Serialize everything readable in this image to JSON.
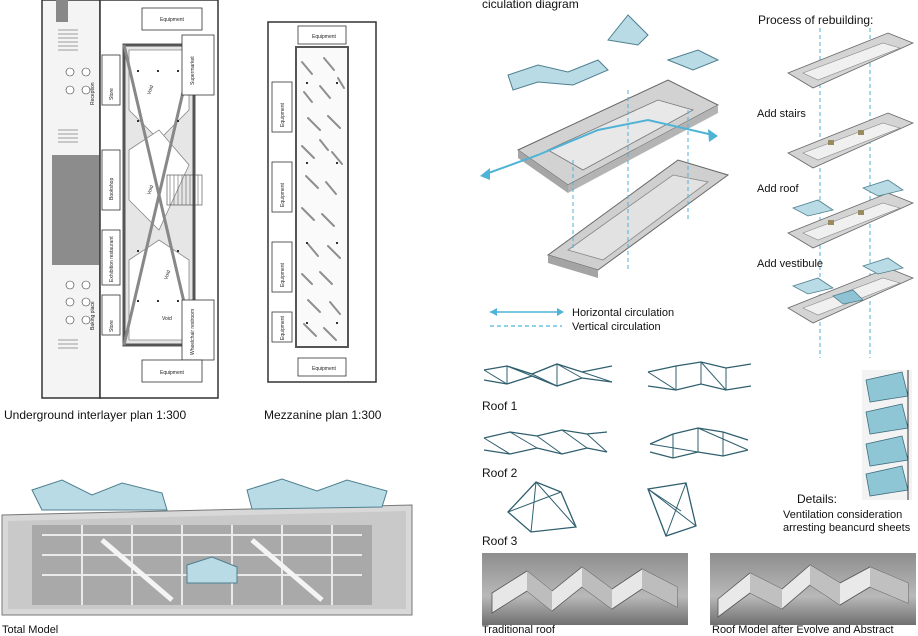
{
  "plans": {
    "underground": {
      "caption": "Underground interlayer plan  1:300",
      "rooms": [
        "Equipment",
        "Supermarket",
        "Void",
        "Store",
        "Bookshop",
        "Void",
        "Void",
        "Exhibition restaurant",
        "Store",
        "Void",
        "Wheelchair restroom",
        "Equipment",
        "Reception",
        "Baking place"
      ]
    },
    "mezzanine": {
      "caption": "Mezzanine plan  1:300",
      "rooms": [
        "Equipment",
        "Equipment",
        "Equipment",
        "Equipment",
        "Equipment",
        "Equipment"
      ]
    }
  },
  "total_model": {
    "caption": "Total Model"
  },
  "circulation": {
    "title": "ciculation diagram",
    "legend": [
      {
        "label": "Horizontal circulation",
        "color": "#4fb3d6"
      },
      {
        "label": "Vertical circulation",
        "color": "#4fb3d6"
      }
    ]
  },
  "rebuilding": {
    "title": "Process of rebuilding:",
    "steps": [
      "Add stairs",
      "Add roof",
      "Add vestibule"
    ]
  },
  "roofs": [
    "Roof 1",
    "Roof 2",
    "Roof 3"
  ],
  "details": {
    "title": "Details:",
    "line1": "Ventilation consideration",
    "line2": "arresting beancurd sheets"
  },
  "photos": {
    "left": "Traditional roof",
    "right": "Roof Model after Evolve and Abstract"
  },
  "colors": {
    "accent": "#4fb3d6",
    "roof_line": "#2f5f6e",
    "roof_glass": "#b8dbe6"
  }
}
